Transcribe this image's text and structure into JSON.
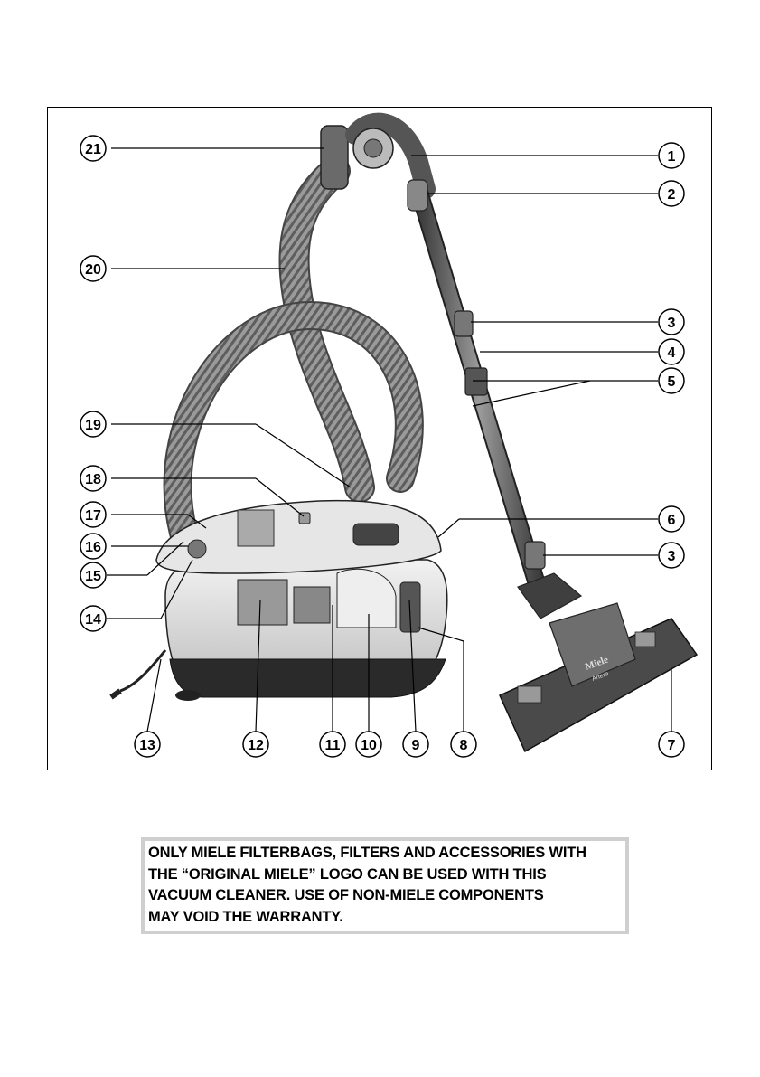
{
  "figure": {
    "callouts": [
      "1",
      "2",
      "3",
      "4",
      "5",
      "6",
      "3",
      "7",
      "8",
      "9",
      "10",
      "11",
      "12",
      "13",
      "14",
      "15",
      "16",
      "17",
      "18",
      "19",
      "20",
      "21"
    ],
    "brand_marks": [
      "Miele",
      "Artera"
    ]
  },
  "notice": {
    "lines": [
      "ONLY MIELE FILTERBAGS, FILTERS AND ACCESSORIES WITH",
      "THE “ORIGINAL MIELE” LOGO CAN BE USED WITH THIS",
      "VACUUM CLEANER. USE OF NON-MIELE COMPONENTS",
      "MAY VOID THE WARRANTY."
    ]
  }
}
